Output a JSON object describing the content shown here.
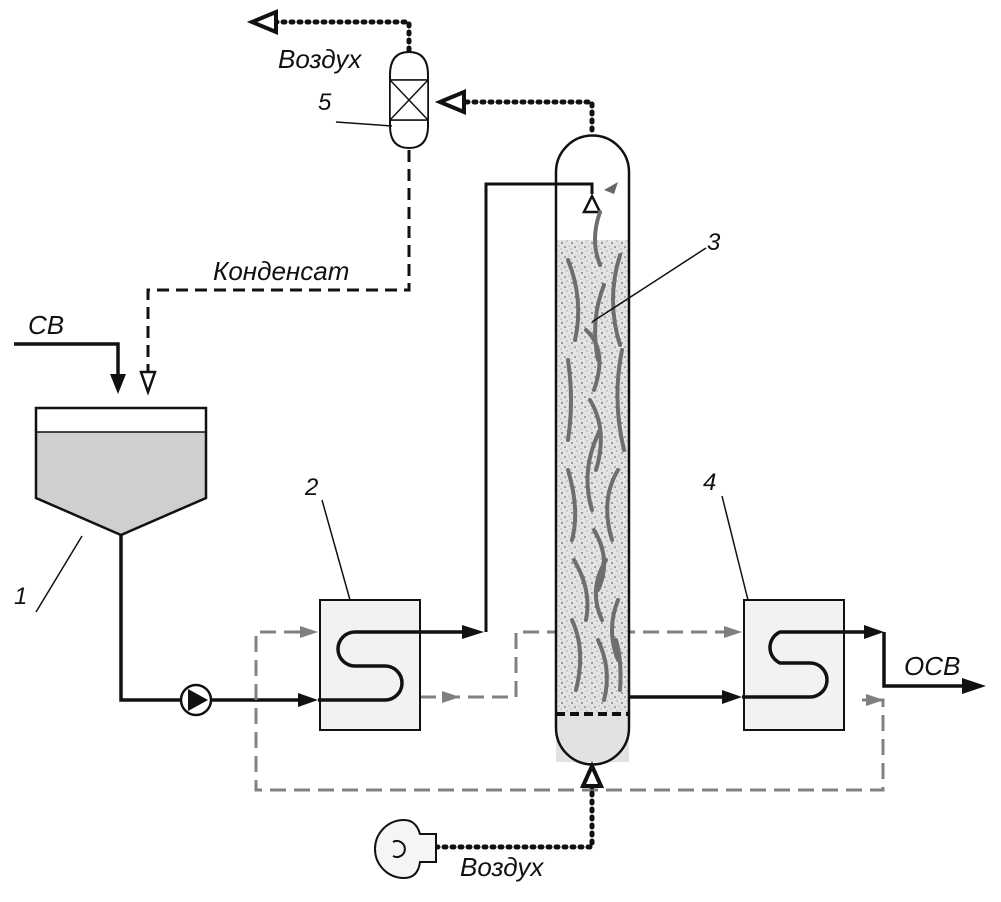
{
  "labels": {
    "air_out": "Воздух",
    "air_in": "Воздух",
    "condensate": "Конденсат",
    "source_water": "СВ",
    "treated_water": "ОСВ"
  },
  "numbers": {
    "tank": "1",
    "heat_exchanger_1": "2",
    "column": "3",
    "heat_exchanger_2": "4",
    "condenser": "5"
  },
  "colors": {
    "water_line": "#111111",
    "heat_loop": "#7f7f7f",
    "tank_fill": "#cfcfcf",
    "packing_fill": "#dcdcdc"
  }
}
